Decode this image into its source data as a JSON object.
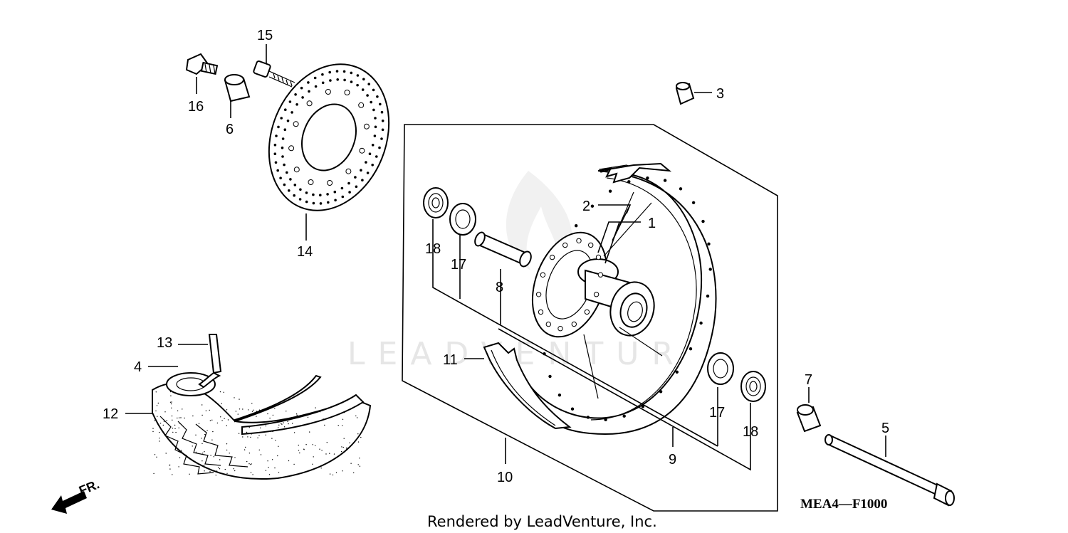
{
  "diagram": {
    "part_labels": {
      "p1": "1",
      "p2": "2",
      "p3": "3",
      "p4": "4",
      "p5": "5",
      "p6": "6",
      "p7": "7",
      "p8": "8",
      "p9": "9",
      "p10": "10",
      "p11": "11",
      "p12": "12",
      "p13": "13",
      "p14": "14",
      "p15": "15",
      "p16": "16",
      "p17a": "17",
      "p17b": "17",
      "p18a": "18",
      "p18b": "18"
    },
    "diagram_code": "MEA4—F1000",
    "front_indicator": "FR.",
    "credit": "Rendered by LeadVenture, Inc.",
    "watermark": "LEADVENTURE",
    "colors": {
      "ink": "#000000",
      "paper": "#ffffff",
      "watermark": "#e6e6e6"
    }
  }
}
